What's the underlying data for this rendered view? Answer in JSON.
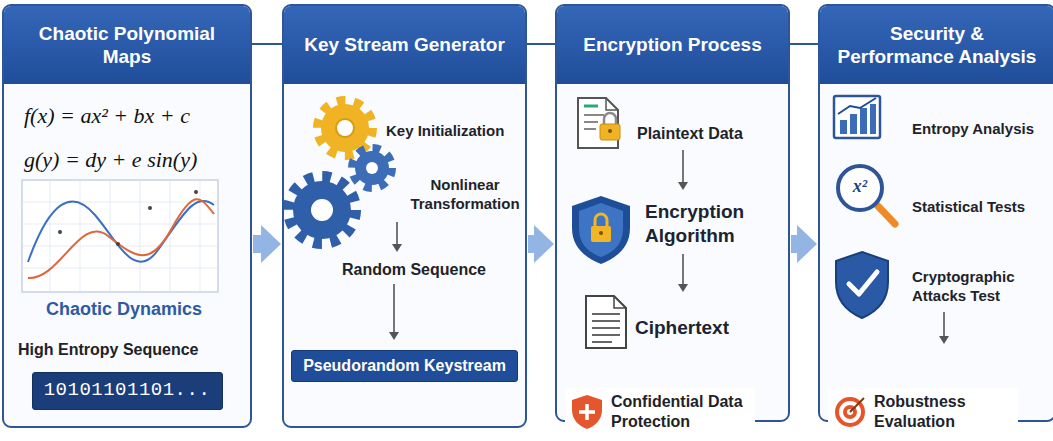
{
  "diagram": {
    "nodes": [
      {
        "text": [
          "Chaotic Polynomial Maps",
          "f(x) = ax² + bx + c",
          "g(y) = dy + e sin(y)",
          "Chaotic Dynamics",
          "High Entropy Sequence"
        ]
      },
      {
        "text": [
          "10101101101..."
        ],
        "in": 0
      },
      {
        "text": [
          "Key Stream Generator",
          "Key Initialization",
          "Nonlinear Transformation",
          "Random Sequence"
        ]
      },
      {
        "text": [
          "Pseudorandom Keystream"
        ],
        "in": 2
      },
      {
        "text": [
          "Encryption Process",
          "Plaintext Data",
          "Encryption Algorithm",
          "Ciphertext",
          "Confidential Data Protection"
        ]
      },
      {
        "text": [
          "Security & Performance Analysis",
          "Entropy Analysis",
          "Statistical Tests",
          "Cryptographic Attacks Test",
          "Robustness Evaluation"
        ]
      }
    ],
    "edges": [
      {
        "from": 0,
        "to": 2,
        "arrow": "to"
      },
      {
        "from": 2,
        "to": 4,
        "arrow": "to"
      },
      {
        "from": 4,
        "to": 5,
        "arrow": "to"
      }
    ],
    "labels": [
      "x²"
    ]
  }
}
